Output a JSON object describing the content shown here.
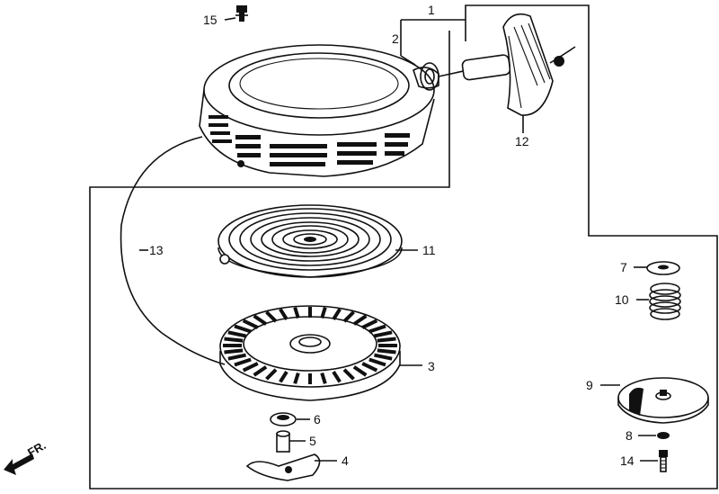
{
  "callouts": {
    "c1": "1",
    "c2": "2",
    "c3": "3",
    "c4": "4",
    "c5": "5",
    "c6": "6",
    "c7": "7",
    "c8": "8",
    "c9": "9",
    "c10": "10",
    "c11": "11",
    "c12": "12",
    "c13": "13",
    "c14": "14",
    "c15": "15"
  },
  "direction_label": "FR."
}
